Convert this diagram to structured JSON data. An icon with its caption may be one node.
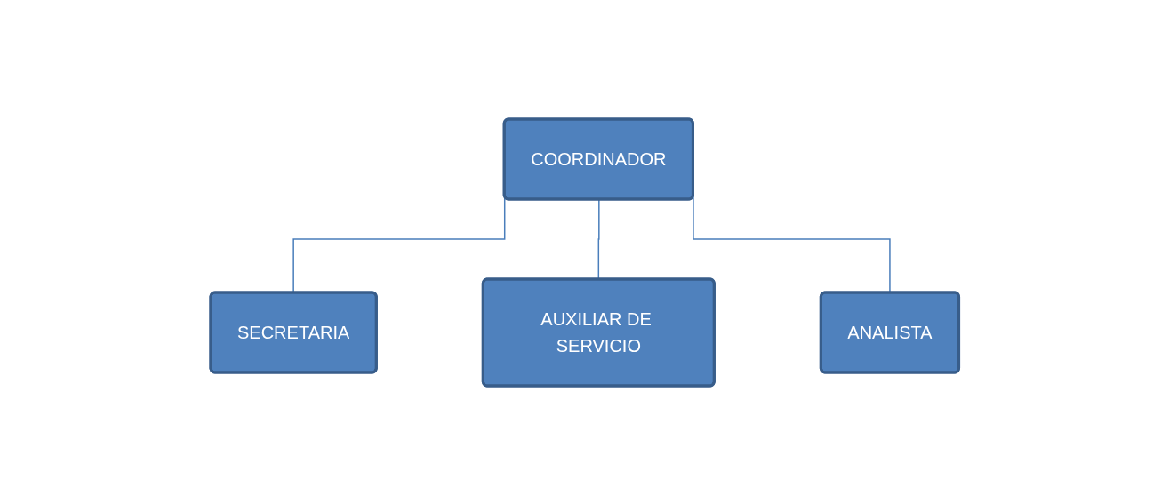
{
  "diagram": {
    "nodes": [
      {
        "text": [
          "COORDINADOR"
        ]
      },
      {
        "text": [
          "SECRETARIA"
        ]
      },
      {
        "text": [
          "ANALISTA"
        ]
      },
      {
        "text": [
          "AUXILIAR DE SERVICIO"
        ]
      }
    ],
    "edges": [
      {
        "from": 0,
        "to": 1,
        "arrow": "none"
      },
      {
        "from": 0,
        "to": 3,
        "arrow": "none"
      },
      {
        "from": 0,
        "to": 2,
        "arrow": "none"
      }
    ]
  }
}
